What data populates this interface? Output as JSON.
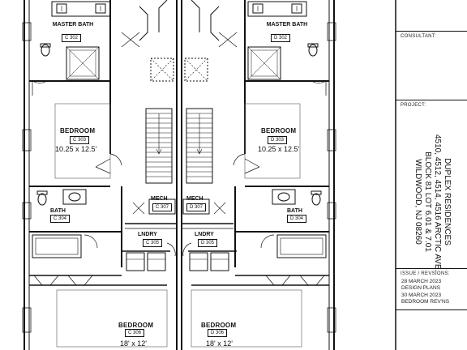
{
  "units": {
    "left": {
      "master_bath": {
        "name": "MASTER BATH",
        "code": "C 302"
      },
      "bedroom_1": {
        "name": "BEDROOM",
        "code": "C 303",
        "dims": "10.25 x 12.5'"
      },
      "mech": {
        "name": "MECH",
        "code": "C 307"
      },
      "bath": {
        "name": "BATH",
        "code": "C 304"
      },
      "lndry": {
        "name": "LNDRY",
        "code": "C 305"
      },
      "bedroom_2": {
        "name": "BEDROOM",
        "code": "C 306",
        "dims": "18' x 12'"
      }
    },
    "right": {
      "master_bath": {
        "name": "MASTER BATH",
        "code": "D 302"
      },
      "bedroom_1": {
        "name": "BEDROOM",
        "code": "D 303",
        "dims": "10.25 x 12.5'"
      },
      "mech": {
        "name": "MECH",
        "code": "D 307"
      },
      "bath": {
        "name": "BATH",
        "code": "D 304"
      },
      "lndry": {
        "name": "LNDRY",
        "code": "D 305"
      },
      "bedroom_2": {
        "name": "BEDROOM",
        "code": "D 306",
        "dims": "18' x 12'"
      }
    }
  },
  "title_block": {
    "consultant_label": "CONSULTANT:",
    "project_label": "PROJECT:",
    "project_lines": [
      "DUPLEX RESIDENCES",
      "4510, 4512, 4514, 4516 ARCTIC AVE.",
      "BLOCK 81 LOT 6.01 & 7.01",
      "WILDWOOD, NJ 08260"
    ],
    "issue_label": "ISSUE / REVSIONS:",
    "revisions": [
      {
        "date": "28 MARCH 2023",
        "desc": "DESIGN PLANS"
      },
      {
        "date": "30 MARCH 2023",
        "desc": "BEDROOM REV'NS"
      }
    ]
  }
}
